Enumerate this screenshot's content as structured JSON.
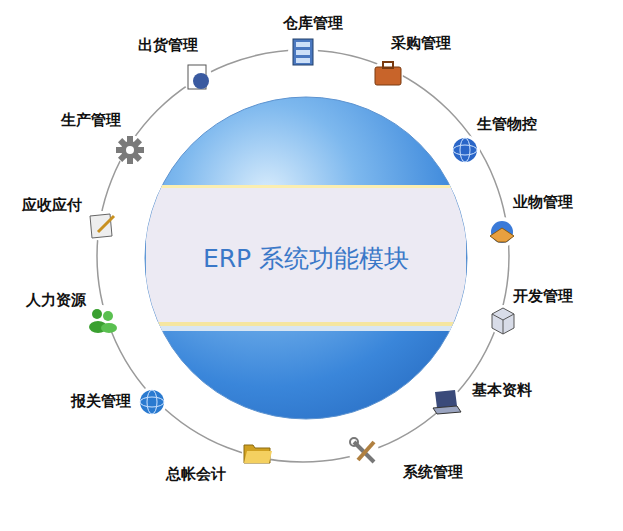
{
  "diagram": {
    "nodes": [
      {
        "text": [
          "ERP 系统功能模块"
        ]
      }
    ],
    "labels": [
      "仓库管理",
      "采购管理",
      "生管物控",
      "业物管理",
      "开发管理",
      "基本资料",
      "系统管理",
      "总帐会计",
      "报关管理",
      "人力资源",
      "应收应付",
      "生产管理",
      "出货管理"
    ]
  }
}
